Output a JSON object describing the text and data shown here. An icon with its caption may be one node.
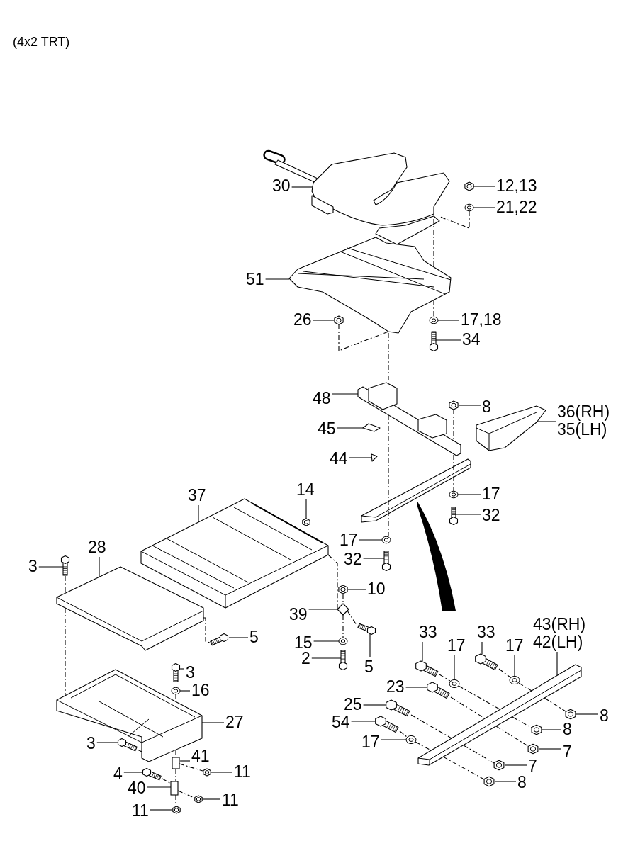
{
  "diagram": {
    "title": "(4x2 TRT)",
    "nodes": [
      {
        "text": [
          "30"
        ]
      },
      {
        "text": [
          "12,13"
        ]
      },
      {
        "text": [
          "21,22"
        ]
      },
      {
        "text": [
          "51"
        ]
      },
      {
        "text": [
          "26"
        ]
      },
      {
        "text": [
          "17,18"
        ]
      },
      {
        "text": [
          "34"
        ]
      },
      {
        "text": [
          "48"
        ]
      },
      {
        "text": [
          "8"
        ]
      },
      {
        "text": [
          "36(RH)",
          "35(LH)"
        ]
      },
      {
        "text": [
          "45"
        ]
      },
      {
        "text": [
          "44"
        ]
      },
      {
        "text": [
          "37"
        ]
      },
      {
        "text": [
          "14"
        ]
      },
      {
        "text": [
          "17"
        ]
      },
      {
        "text": [
          "32"
        ]
      },
      {
        "text": [
          "17"
        ]
      },
      {
        "text": [
          "28"
        ]
      },
      {
        "text": [
          "3"
        ]
      },
      {
        "text": [
          "32"
        ]
      },
      {
        "text": [
          "10"
        ]
      },
      {
        "text": [
          "39"
        ]
      },
      {
        "text": [
          "5"
        ]
      },
      {
        "text": [
          "15"
        ]
      },
      {
        "text": [
          "2"
        ]
      },
      {
        "text": [
          "5"
        ]
      },
      {
        "text": [
          "33"
        ]
      },
      {
        "text": [
          "17"
        ]
      },
      {
        "text": [
          "33"
        ]
      },
      {
        "text": [
          "17"
        ]
      },
      {
        "text": [
          "43(RH)",
          "42(LH)"
        ]
      },
      {
        "text": [
          "3"
        ]
      },
      {
        "text": [
          "16"
        ]
      },
      {
        "text": [
          "23"
        ]
      },
      {
        "text": [
          "8"
        ]
      },
      {
        "text": [
          "25"
        ]
      },
      {
        "text": [
          "27"
        ]
      },
      {
        "text": [
          "54"
        ]
      },
      {
        "text": [
          "8"
        ]
      },
      {
        "text": [
          "3"
        ]
      },
      {
        "text": [
          "17"
        ]
      },
      {
        "text": [
          "7"
        ]
      },
      {
        "text": [
          "41"
        ]
      },
      {
        "text": [
          "4"
        ]
      },
      {
        "text": [
          "11"
        ]
      },
      {
        "text": [
          "7"
        ]
      },
      {
        "text": [
          "40"
        ]
      },
      {
        "text": [
          "11"
        ]
      },
      {
        "text": [
          "8"
        ]
      },
      {
        "text": [
          "11"
        ]
      },
      {
        "text": [],
        "shape": "picture"
      },
      {
        "text": [],
        "shape": "picture"
      },
      {
        "text": [],
        "shape": "picture"
      },
      {
        "text": [],
        "shape": "picture"
      },
      {
        "text": [],
        "shape": "picture"
      },
      {
        "text": [],
        "shape": "picture"
      },
      {
        "text": [],
        "shape": "picture"
      },
      {
        "text": [],
        "shape": "picture"
      },
      {
        "text": [],
        "shape": "picture"
      },
      {
        "text": [],
        "shape": "picture"
      },
      {
        "text": [],
        "shape": "picture"
      },
      {
        "text": [],
        "shape": "picture"
      },
      {
        "text": [],
        "shape": "picture"
      },
      {
        "text": [],
        "shape": "picture"
      },
      {
        "text": [],
        "shape": "picture"
      },
      {
        "text": [],
        "shape": "picture"
      },
      {
        "text": [],
        "shape": "picture"
      },
      {
        "text": [],
        "shape": "picture"
      },
      {
        "text": [],
        "shape": "picture"
      },
      {
        "text": [],
        "shape": "picture"
      },
      {
        "text": [],
        "shape": "picture"
      },
      {
        "text": [],
        "shape": "picture"
      },
      {
        "text": [],
        "shape": "picture"
      },
      {
        "text": [],
        "shape": "picture"
      },
      {
        "text": [],
        "shape": "picture"
      },
      {
        "text": [],
        "shape": "picture"
      },
      {
        "text": [],
        "shape": "picture"
      },
      {
        "text": [],
        "shape": "picture"
      },
      {
        "text": [],
        "shape": "picture"
      },
      {
        "text": [],
        "shape": "picture"
      },
      {
        "text": [],
        "shape": "picture"
      },
      {
        "text": [],
        "shape": "picture"
      },
      {
        "text": [],
        "shape": "picture"
      },
      {
        "text": [],
        "shape": "picture"
      },
      {
        "text": [],
        "shape": "picture"
      },
      {
        "text": [],
        "shape": "picture"
      },
      {
        "text": [],
        "shape": "picture"
      },
      {
        "text": [],
        "shape": "picture"
      },
      {
        "text": [],
        "shape": "picture"
      },
      {
        "text": [],
        "shape": "picture"
      },
      {
        "text": [],
        "shape": "picture"
      },
      {
        "text": [],
        "shape": "picture"
      },
      {
        "text": [],
        "shape": "box"
      },
      {
        "text": [],
        "shape": "picture"
      },
      {
        "text": [],
        "shape": "picture"
      },
      {
        "text": [],
        "shape": "picture"
      },
      {
        "text": [],
        "shape": "box"
      },
      {
        "text": [],
        "shape": "picture"
      },
      {
        "text": [],
        "shape": "picture"
      },
      {
        "text": [],
        "shape": "picture"
      }
    ],
    "edges": [
      {
        "from": 0,
        "to": 50,
        "arrow": "none"
      },
      {
        "from": 1,
        "to": 51,
        "arrow": "none"
      },
      {
        "from": 2,
        "to": 52,
        "arrow": "none"
      },
      {
        "from": 3,
        "to": 53,
        "arrow": "none"
      },
      {
        "from": 4,
        "to": 54,
        "arrow": "none"
      },
      {
        "from": 5,
        "to": 55,
        "arrow": "none"
      },
      {
        "from": 6,
        "to": 56,
        "arrow": "none"
      },
      {
        "from": 7,
        "to": 57,
        "arrow": "none"
      },
      {
        "from": 8,
        "to": 58,
        "arrow": "none"
      },
      {
        "from": 9,
        "to": 59,
        "arrow": "none"
      },
      {
        "from": 10,
        "to": 60,
        "arrow": "none"
      },
      {
        "from": 11,
        "to": 61,
        "arrow": "none"
      },
      {
        "from": 12,
        "to": 62,
        "arrow": "none"
      },
      {
        "from": 13,
        "to": 63,
        "arrow": "none"
      },
      {
        "from": 14,
        "to": 64,
        "arrow": "none"
      },
      {
        "from": 15,
        "to": 65,
        "arrow": "none"
      },
      {
        "from": 16,
        "to": 66,
        "arrow": "none"
      },
      {
        "from": 17,
        "to": 67,
        "arrow": "none"
      },
      {
        "from": 18,
        "to": 68,
        "arrow": "none"
      },
      {
        "from": 19,
        "to": 69,
        "arrow": "none"
      },
      {
        "from": 20,
        "to": 70,
        "arrow": "none"
      },
      {
        "from": 21,
        "to": 71,
        "arrow": "none"
      },
      {
        "from": 22,
        "to": 72,
        "arrow": "none"
      },
      {
        "from": 23,
        "to": 73,
        "arrow": "none"
      },
      {
        "from": 24,
        "to": 74,
        "arrow": "none"
      },
      {
        "from": 25,
        "to": 75,
        "arrow": "none"
      },
      {
        "from": 26,
        "to": 76,
        "arrow": "none"
      },
      {
        "from": 27,
        "to": 77,
        "arrow": "none"
      },
      {
        "from": 28,
        "to": 78,
        "arrow": "none"
      },
      {
        "from": 29,
        "to": 79,
        "arrow": "none"
      },
      {
        "from": 30,
        "to": 80,
        "arrow": "none"
      },
      {
        "from": 31,
        "to": 81,
        "arrow": "none"
      },
      {
        "from": 32,
        "to": 82,
        "arrow": "none"
      },
      {
        "from": 33,
        "to": 83,
        "arrow": "none"
      },
      {
        "from": 34,
        "to": 84,
        "arrow": "none"
      },
      {
        "from": 35,
        "to": 85,
        "arrow": "none"
      },
      {
        "from": 36,
        "to": 86,
        "arrow": "none"
      },
      {
        "from": 37,
        "to": 87,
        "arrow": "none"
      },
      {
        "from": 38,
        "to": 88,
        "arrow": "none"
      },
      {
        "from": 39,
        "to": 89,
        "arrow": "none"
      },
      {
        "from": 40,
        "to": 90,
        "arrow": "none"
      },
      {
        "from": 41,
        "to": 91,
        "arrow": "none"
      },
      {
        "from": 42,
        "to": 92,
        "arrow": "none"
      },
      {
        "from": 43,
        "to": 93,
        "arrow": "none"
      },
      {
        "from": 44,
        "to": 94,
        "arrow": "none"
      },
      {
        "from": 45,
        "to": 95,
        "arrow": "none"
      },
      {
        "from": 46,
        "to": 96,
        "arrow": "none"
      },
      {
        "from": 47,
        "to": 97,
        "arrow": "none"
      },
      {
        "from": 48,
        "to": 98,
        "arrow": "none"
      },
      {
        "from": 49,
        "to": 99,
        "arrow": "none"
      },
      {
        "from": 52,
        "to": 50,
        "arrow": "none",
        "style": "dashed"
      },
      {
        "from": 50,
        "to": 53,
        "arrow": "none",
        "style": "dashed"
      },
      {
        "from": 53,
        "to": 55,
        "arrow": "none",
        "style": "dashed"
      },
      {
        "from": 54,
        "to": 53,
        "arrow": "none",
        "style": "dashed"
      },
      {
        "from": 53,
        "to": 57,
        "arrow": "none",
        "style": "dashed"
      },
      {
        "from": 57,
        "to": 66,
        "arrow": "none",
        "style": "dashed"
      },
      {
        "from": 58,
        "to": 57,
        "arrow": "none",
        "style": "dashed"
      },
      {
        "from": 57,
        "to": 64,
        "arrow": "none",
        "style": "dashed"
      },
      {
        "from": 62,
        "to": 71,
        "arrow": "none",
        "style": "dashed"
      },
      {
        "from": 68,
        "to": 67,
        "arrow": "none",
        "style": "dashed"
      },
      {
        "from": 67,
        "to": 86,
        "arrow": "none",
        "style": "dashed"
      },
      {
        "from": 67,
        "to": 72,
        "arrow": "none",
        "style": "dashed"
      },
      {
        "from": 70,
        "to": 71,
        "arrow": "none",
        "style": "dashed"
      },
      {
        "from": 71,
        "to": 75,
        "arrow": "none",
        "style": "dashed"
      },
      {
        "from": 71,
        "to": 73,
        "arrow": "none",
        "style": "dashed"
      },
      {
        "from": 76,
        "to": 77,
        "arrow": "none",
        "style": "dashed"
      },
      {
        "from": 77,
        "to": 80,
        "arrow": "none",
        "style": "dashed"
      },
      {
        "from": 80,
        "to": 88,
        "arrow": "none",
        "style": "dashed"
      },
      {
        "from": 78,
        "to": 79,
        "arrow": "none",
        "style": "dashed"
      },
      {
        "from": 79,
        "to": 80,
        "arrow": "none",
        "style": "dashed"
      },
      {
        "from": 80,
        "to": 84,
        "arrow": "none",
        "style": "dashed"
      },
      {
        "from": 83,
        "to": 80,
        "arrow": "none",
        "style": "dashed"
      },
      {
        "from": 80,
        "to": 91,
        "arrow": "none",
        "style": "dashed"
      },
      {
        "from": 85,
        "to": 80,
        "arrow": "none",
        "style": "dashed"
      },
      {
        "from": 80,
        "to": 95,
        "arrow": "none",
        "style": "dashed"
      },
      {
        "from": 87,
        "to": 90,
        "arrow": "none",
        "style": "dashed"
      },
      {
        "from": 90,
        "to": 80,
        "arrow": "none",
        "style": "dashed"
      },
      {
        "from": 80,
        "to": 98,
        "arrow": "none",
        "style": "dashed"
      },
      {
        "from": 82,
        "to": 86,
        "arrow": "none",
        "style": "dashed"
      },
      {
        "from": 86,
        "to": 92,
        "arrow": "none",
        "style": "dashed"
      },
      {
        "from": 89,
        "to": 86,
        "arrow": "none",
        "style": "dashed"
      },
      {
        "from": 92,
        "to": 94,
        "arrow": "none",
        "style": "dashed"
      },
      {
        "from": 92,
        "to": 96,
        "arrow": "none",
        "style": "dashed"
      },
      {
        "from": 93,
        "to": 96,
        "arrow": "none",
        "style": "dashed"
      },
      {
        "from": 96,
        "to": 97,
        "arrow": "none",
        "style": "dashed"
      },
      {
        "from": 96,
        "to": 99,
        "arrow": "none",
        "style": "dashed"
      }
    ]
  }
}
